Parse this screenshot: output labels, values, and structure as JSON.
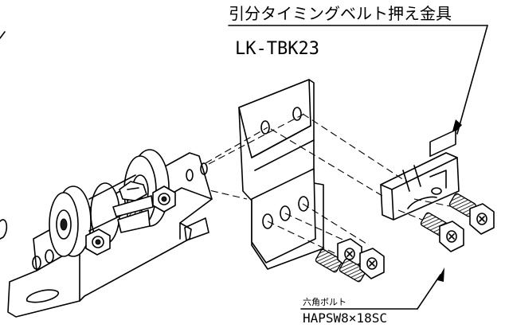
{
  "callout_top": {
    "name": "引分タイミングベルト押え金具",
    "code": "LK-TBK23"
  },
  "callout_bottom": {
    "name": "六角ボルト",
    "code": "HAPSW8×18SC"
  },
  "colors": {
    "line": "#000000",
    "background": "#ffffff"
  }
}
